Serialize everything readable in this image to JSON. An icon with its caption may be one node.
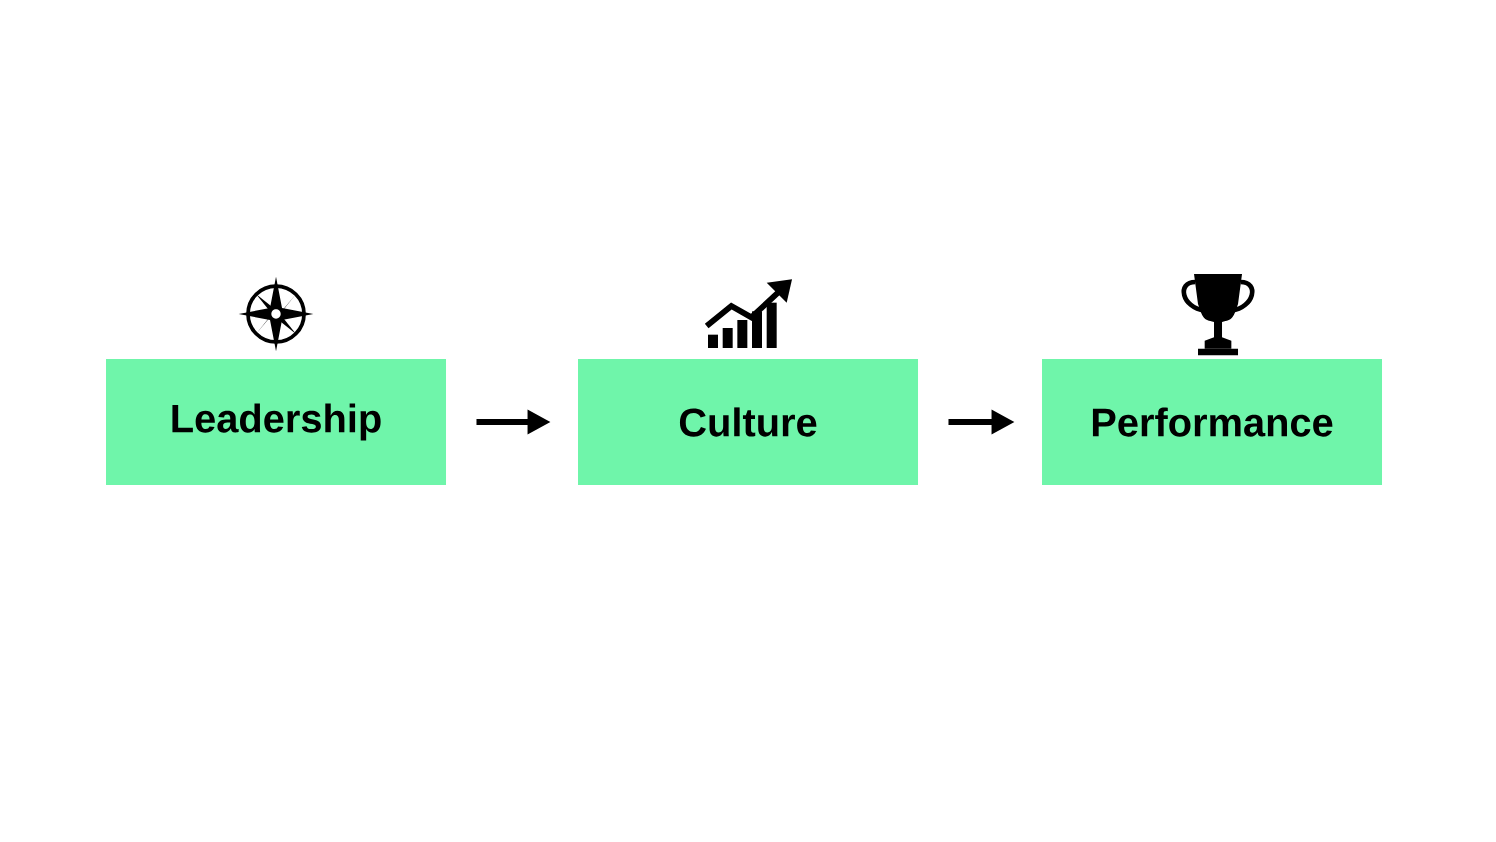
{
  "diagram": {
    "nodes": [
      {
        "text": [
          "Leadership"
        ]
      },
      {
        "text": [
          "Culture"
        ]
      },
      {
        "text": [
          "Performance"
        ]
      }
    ],
    "edges": [
      {
        "from": 0,
        "to": 1,
        "arrow": "to"
      },
      {
        "from": 1,
        "to": 2,
        "arrow": "to"
      }
    ]
  }
}
